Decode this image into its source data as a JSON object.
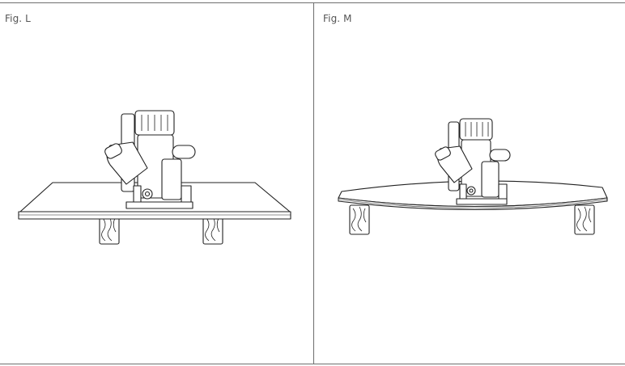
{
  "figures": [
    {
      "id": "L",
      "label": "Fig. L",
      "workpiece": "flat"
    },
    {
      "id": "M",
      "label": "Fig. M",
      "workpiece": "bent"
    }
  ],
  "colors": {
    "line": "#222222",
    "rule": "#6e6e6e",
    "label": "#555555",
    "fill": "#ffffff"
  }
}
